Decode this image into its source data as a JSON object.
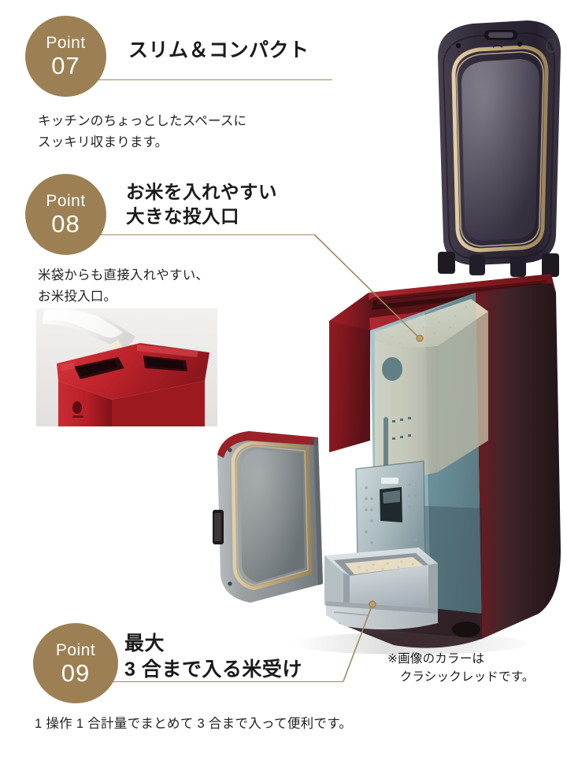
{
  "page": {
    "background_color": "#ffffff",
    "accent_color": "#9c8054",
    "rule_color": "#a08a5c",
    "text_color": "#231815"
  },
  "points": [
    {
      "id": "point-07",
      "badge_word": "Point",
      "badge_number": "07",
      "heading": "スリム＆コンパクト",
      "body": "キッチンのちょっとしたスペースに\nスッキリ収まります。"
    },
    {
      "id": "point-08",
      "badge_word": "Point",
      "badge_number": "08",
      "heading": "お米を入れやすい\n大きな投入口",
      "body": "米袋からも直接入れやすい、\nお米投入口。"
    },
    {
      "id": "point-09",
      "badge_word": "Point",
      "badge_number": "09",
      "heading": "最大\n3 合まで入る米受け",
      "note": "※画像のカラーは\n　クラシックレッドです。",
      "caption": "1 操作 1 合計量でまとめて 3 合まで入って便利です。"
    }
  ],
  "inset_photo": {
    "alt": "赤い米びつに米袋からお米を直接注ぎ入れている写真",
    "product_color": "#c1272d"
  },
  "product_image": {
    "alt": "クラシックレッドの米びつ（カットモデル）。上ぶたを開き、内部に入った米、前扉を開いた米受け引き出しを表示。",
    "body_color": "#8d1b22",
    "interior_color": "#7fa9b4",
    "rice_color": "#ded3bb",
    "tray_color": "#c7ced2",
    "lid_color": "#3a3340"
  },
  "leader_lines": [
    {
      "name": "leader-to-rice-inlet",
      "from_point": "point-08",
      "target": "rice-inlet-opening"
    },
    {
      "name": "leader-to-rice-tray",
      "from_point": "point-09",
      "target": "rice-receiving-tray"
    }
  ]
}
